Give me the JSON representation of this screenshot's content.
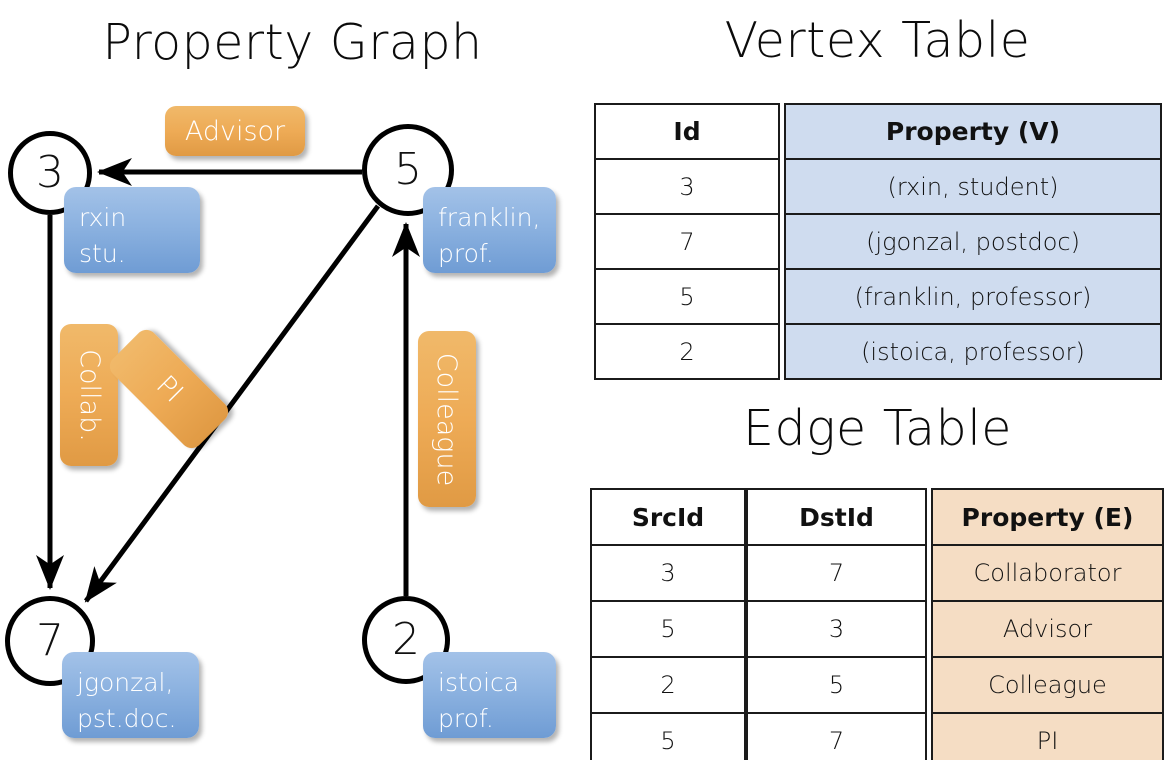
{
  "titles": {
    "property_graph": "Property Graph",
    "vertex_table": "Vertex Table",
    "edge_table": "Edge Table"
  },
  "graph": {
    "nodes": [
      {
        "id": "3",
        "label": "3",
        "property": "rxin\nstu."
      },
      {
        "id": "5",
        "label": "5",
        "property": "franklin,\nprof."
      },
      {
        "id": "7",
        "label": "7",
        "property": "jgonzal,\npst.doc."
      },
      {
        "id": "2",
        "label": "2",
        "property": "istoica\nprof."
      }
    ],
    "edge_labels": [
      {
        "name": "advisor",
        "text": "Advisor"
      },
      {
        "name": "collab",
        "text": "Collab."
      },
      {
        "name": "pi",
        "text": "PI"
      },
      {
        "name": "colleague",
        "text": "Colleague"
      }
    ],
    "edges": [
      {
        "from": "5",
        "to": "3",
        "label": "Advisor"
      },
      {
        "from": "3",
        "to": "7",
        "label": "Collab."
      },
      {
        "from": "5",
        "to": "7",
        "label": "PI"
      },
      {
        "from": "2",
        "to": "5",
        "label": "Colleague"
      }
    ]
  },
  "vertex_table": {
    "headers": [
      "Id",
      "Property (V)"
    ],
    "rows": [
      {
        "id": "3",
        "property": "(rxin, student)"
      },
      {
        "id": "7",
        "property": "(jgonzal, postdoc)"
      },
      {
        "id": "5",
        "property": "(franklin, professor)"
      },
      {
        "id": "2",
        "property": "(istoica, professor)"
      }
    ]
  },
  "edge_table": {
    "headers": [
      "SrcId",
      "DstId",
      "Property (E)"
    ],
    "rows": [
      {
        "src": "3",
        "dst": "7",
        "property": "Collaborator"
      },
      {
        "src": "5",
        "dst": "3",
        "property": "Advisor"
      },
      {
        "src": "2",
        "dst": "5",
        "property": "Colleague"
      },
      {
        "src": "5",
        "dst": "7",
        "property": "PI"
      }
    ]
  },
  "colors": {
    "vertex_property_fill": "#cfdcef",
    "edge_property_fill": "#f5ddc4",
    "node_box_blue": "#8cb2e0",
    "edge_label_orange": "#eeab56",
    "stroke": "#000000",
    "background": "#ffffff"
  }
}
